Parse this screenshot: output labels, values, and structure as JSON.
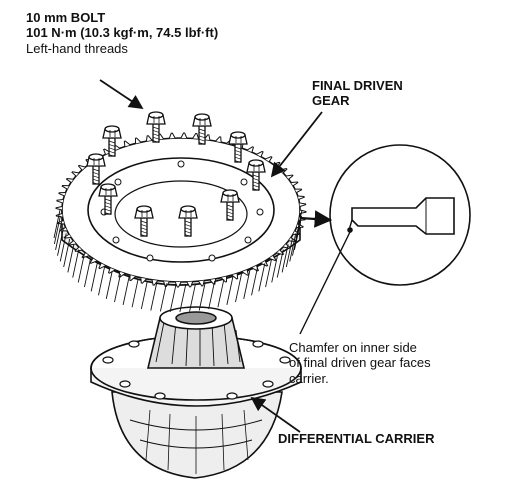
{
  "callouts": {
    "bolt_spec": {
      "line1": "10 mm BOLT",
      "line2": "101 N·m (10.3 kgf·m, 74.5 lbf·ft)",
      "line3": "Left-hand threads"
    },
    "final_driven_gear": {
      "line1": "FINAL DRIVEN",
      "line2": "GEAR"
    },
    "chamfer_note": {
      "line1": "Chamfer on inner side",
      "line2": "of final driven gear faces",
      "line3": "carrier."
    },
    "differential_carrier": "DIFFERENTIAL CARRIER"
  }
}
